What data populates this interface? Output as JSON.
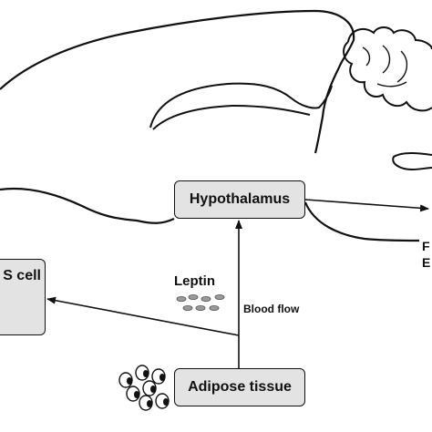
{
  "nodes": {
    "hypothalamus": "Hypothalamus",
    "adipose_tissue": "Adipose tissue",
    "cell_partial": "S cell"
  },
  "labels": {
    "leptin": "Leptin",
    "blood_flow": "Blood flow",
    "right_edge_line_1": "F",
    "right_edge_line_2": "E"
  },
  "colors": {
    "box_fill": "#e3e3e3",
    "stroke": "#111111"
  }
}
